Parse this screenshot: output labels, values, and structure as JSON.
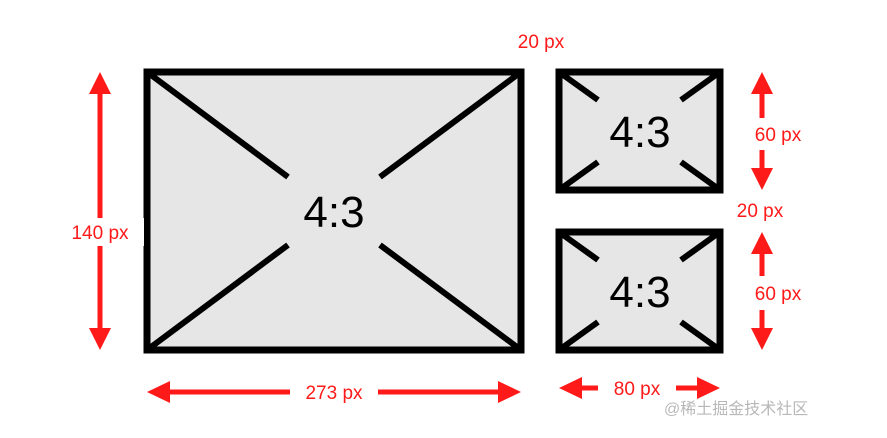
{
  "boxes": {
    "large": {
      "ratio_label": "4:3"
    },
    "small_top": {
      "ratio_label": "4:3"
    },
    "small_bottom": {
      "ratio_label": "4:3"
    }
  },
  "dimensions": {
    "large_height": "140 px",
    "large_width": "273 px",
    "gap_horizontal": "20 px",
    "small_top_height": "60 px",
    "gap_vertical": "20 px",
    "small_bottom_height": "60 px",
    "small_width": "80 px"
  },
  "colors": {
    "dimension": "#ff1a1a",
    "box_fill": "#e6e6e6",
    "box_stroke": "#000000"
  },
  "watermark": "@稀土掘金技术社区"
}
